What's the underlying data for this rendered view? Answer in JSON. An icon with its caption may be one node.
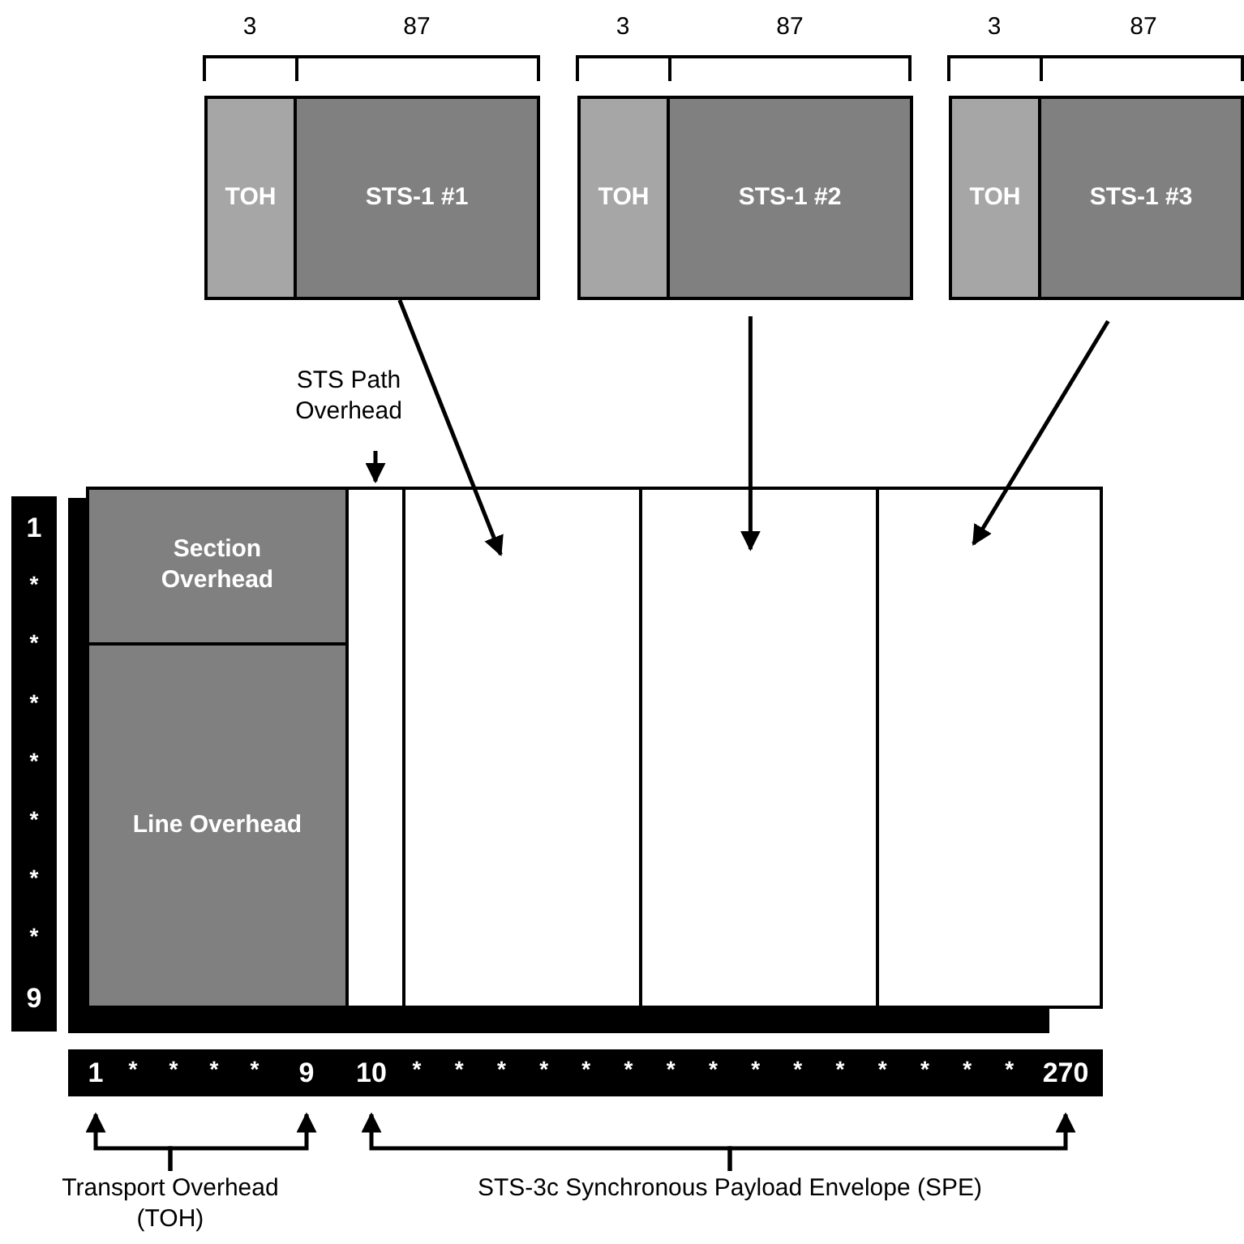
{
  "diagram": {
    "nodes": [
      {
        "text": [
          "TOH"
        ]
      },
      {
        "text": [
          "STS-1 #1"
        ]
      },
      {
        "text": [
          "TOH"
        ]
      },
      {
        "text": [
          "STS-1 #2"
        ]
      },
      {
        "text": [
          "TOH"
        ]
      },
      {
        "text": [
          "STS-1 #3"
        ]
      },
      {
        "text": [
          "Section Overhead"
        ]
      },
      {
        "text": [
          "Line Overhead"
        ]
      },
      {
        "text": [],
        "shape": "box"
      },
      {
        "text": [],
        "shape": "box"
      },
      {
        "text": [],
        "shape": "box"
      },
      {
        "text": [],
        "shape": "box"
      },
      {
        "text": [
          "STS Path Overhead"
        ]
      },
      {
        "text": [
          "1"
        ]
      },
      {
        "text": [
          "9"
        ]
      },
      {
        "text": [
          "10"
        ]
      },
      {
        "text": [
          "270"
        ]
      },
      {
        "text": [
          "Transport Overhead (TOH)"
        ]
      },
      {
        "text": [
          "STS-3c Synchronous Payload Envelope (SPE)"
        ]
      }
    ],
    "edges": [
      {
        "from": 1,
        "to": 9,
        "arrow": "to"
      },
      {
        "from": 3,
        "to": 10,
        "arrow": "to"
      },
      {
        "from": 5,
        "to": 11,
        "arrow": "to"
      },
      {
        "from": 12,
        "to": 8,
        "arrow": "to"
      },
      {
        "from": 17,
        "to": 13,
        "arrow": "to"
      },
      {
        "from": 17,
        "to": 14,
        "arrow": "to"
      },
      {
        "from": 18,
        "to": 15,
        "arrow": "to"
      },
      {
        "from": 18,
        "to": 16,
        "arrow": "to"
      }
    ],
    "labels": [
      "3",
      "87",
      "3",
      "87",
      "3",
      "87",
      "1",
      "*",
      "*",
      "*",
      "*",
      "*",
      "*",
      "*",
      "9",
      "*",
      "*",
      "*",
      "*",
      "*",
      "*",
      "*",
      "*",
      "*",
      "*",
      "*",
      "*",
      "*",
      "*",
      "*",
      "*",
      "*",
      "*",
      "*"
    ]
  }
}
